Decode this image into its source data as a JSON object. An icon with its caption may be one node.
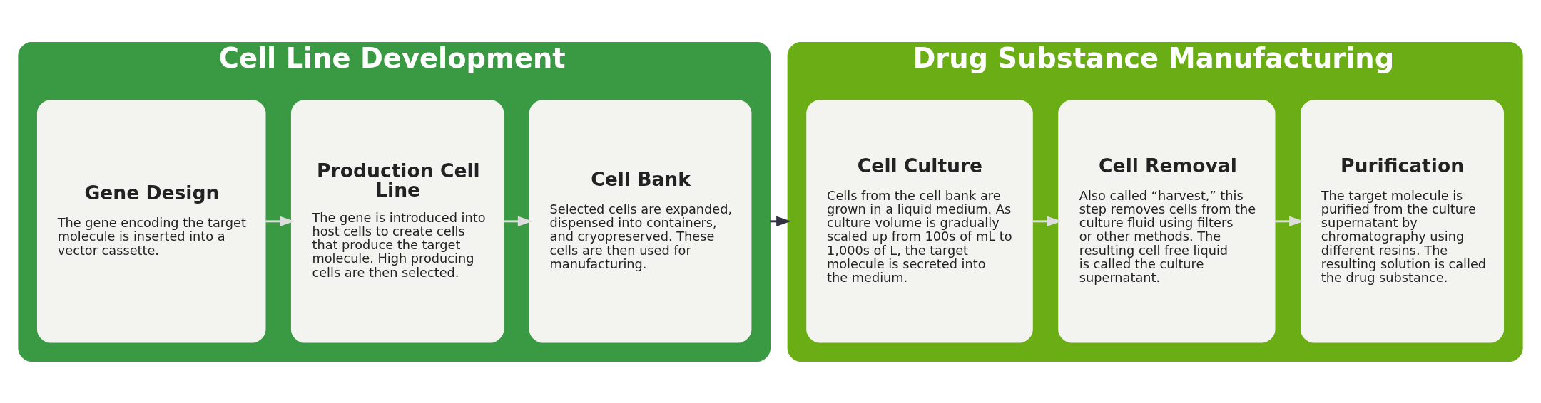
{
  "diagram": {
    "nodes": [
      {
        "text": [
          "Cell Line Development"
        ]
      },
      {
        "text": [
          "Gene Design",
          "The gene encoding the target molecule is inserted into a vector cassette."
        ],
        "in": 0
      },
      {
        "text": [
          "Production Cell Line",
          "The gene is introduced into host cells to create cells that produce the target molecule. High producing cells are then selected."
        ],
        "in": 0
      },
      {
        "text": [
          "Cell Bank",
          "Selected cells are expanded, dispensed into containers, and cryopreserved. These cells are then used for manufacturing."
        ],
        "in": 0
      },
      {
        "text": [
          "Drug Substance Manufacturing"
        ]
      },
      {
        "text": [
          "Cell Culture",
          "Cells from the cell bank are grown in a liquid medium. As culture volume is gradually scaled up from 100s of mL to 1,000s of L, the target molecule is secreted into the medium."
        ],
        "in": 4
      },
      {
        "text": [
          "Cell Removal",
          "Also called “harvest,” this step removes cells from the culture fluid using filters or other methods. The resulting cell free liquid is called the culture supernatant."
        ],
        "in": 4
      },
      {
        "text": [
          "Purification",
          "The target molecule is purified from the culture supernatant by chromatography using different resins. The resulting solution is called the drug substance."
        ],
        "in": 4
      }
    ],
    "edges": [
      {
        "from": 1,
        "to": 2,
        "arrow": "to"
      },
      {
        "from": 2,
        "to": 3,
        "arrow": "to"
      },
      {
        "from": 0,
        "to": 4,
        "arrow": "to",
        "color": "#333344"
      },
      {
        "from": 5,
        "to": 6,
        "arrow": "to"
      },
      {
        "from": 6,
        "to": 7,
        "arrow": "to"
      }
    ]
  }
}
